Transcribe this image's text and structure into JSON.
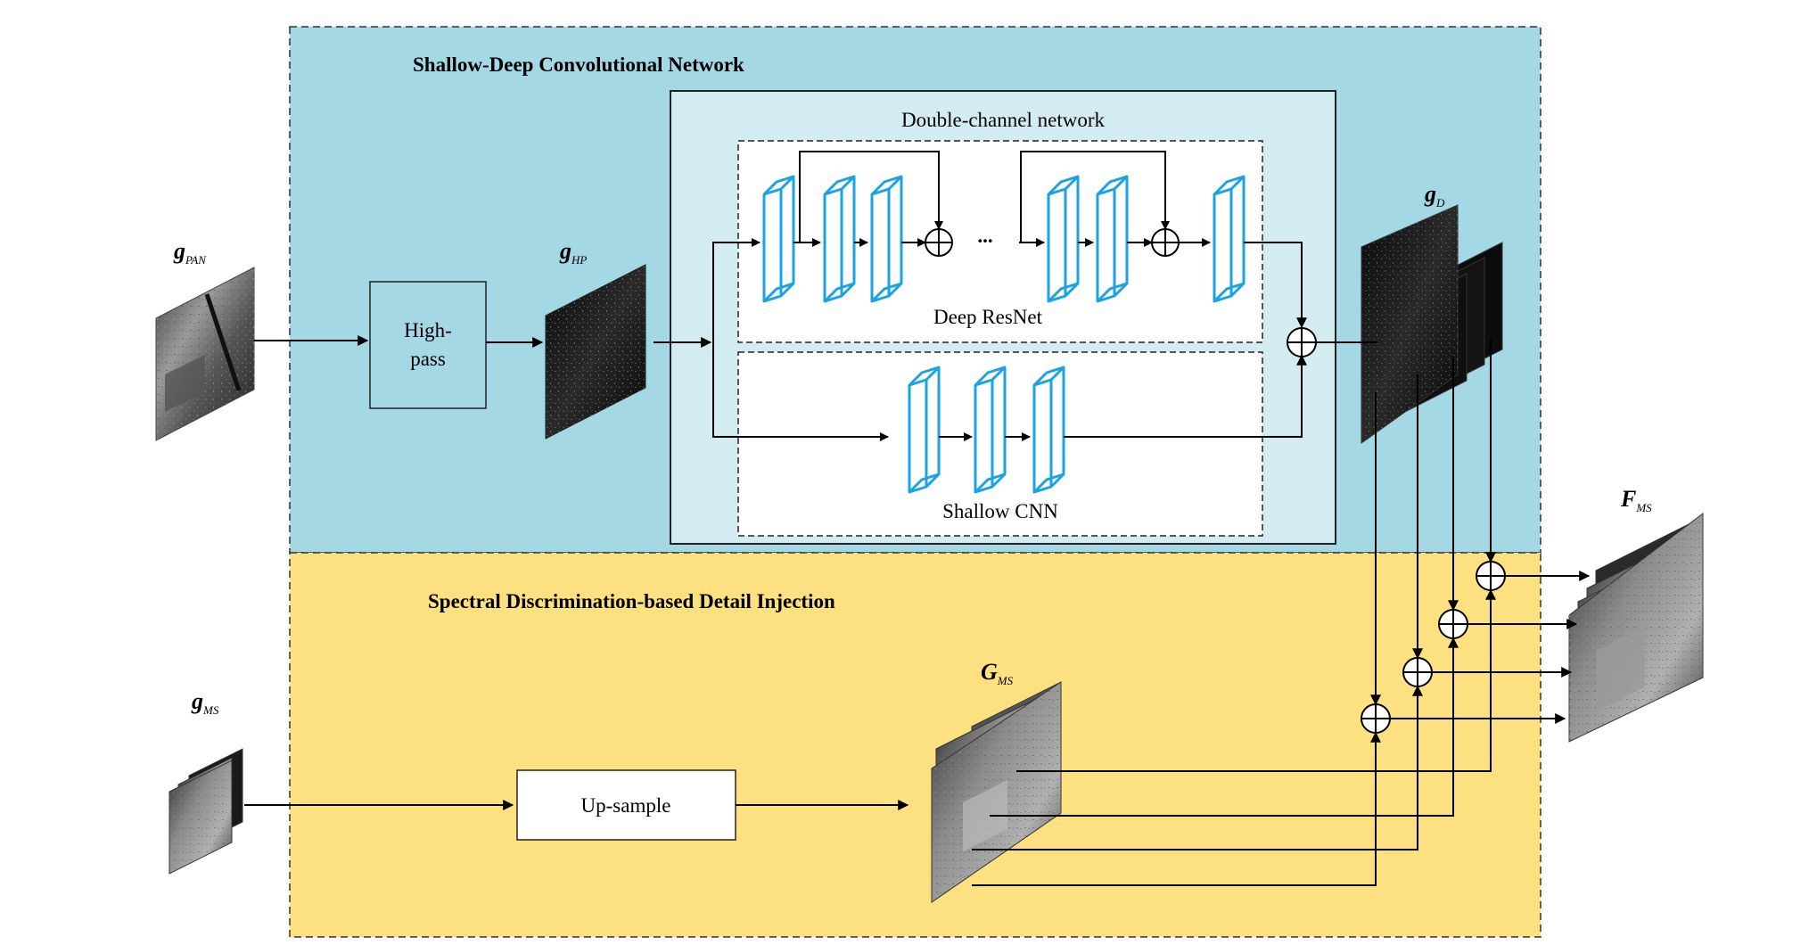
{
  "sections": {
    "top_title": "Shallow-Deep Convolutional Network",
    "bottom_title": "Spectral Discrimination-based Detail Injection"
  },
  "blocks": {
    "double_channel": "Double-channel network",
    "deep_resnet": "Deep ResNet",
    "shallow_cnn": "Shallow CNN",
    "highpass_line1": "High-",
    "highpass_line2": "pass",
    "upsample": "Up-sample",
    "ellipsis": "..."
  },
  "symbols": {
    "g_pan": {
      "base": "g",
      "sub": "PAN"
    },
    "g_hp": {
      "base": "g",
      "sub": "HP"
    },
    "g_d": {
      "base": "g",
      "sub": "D"
    },
    "g_ms": {
      "base": "g",
      "sub": "MS"
    },
    "G_ms": {
      "base": "G",
      "sub": "MS"
    },
    "F_ms": {
      "base": "F",
      "sub": "MS"
    }
  },
  "colors": {
    "top_region": "#a4d8e5",
    "bottom_region": "#fde07f",
    "inner_panel": "#d3ecf1",
    "layer_stroke": "#1aa3e0",
    "line": "#000000"
  }
}
